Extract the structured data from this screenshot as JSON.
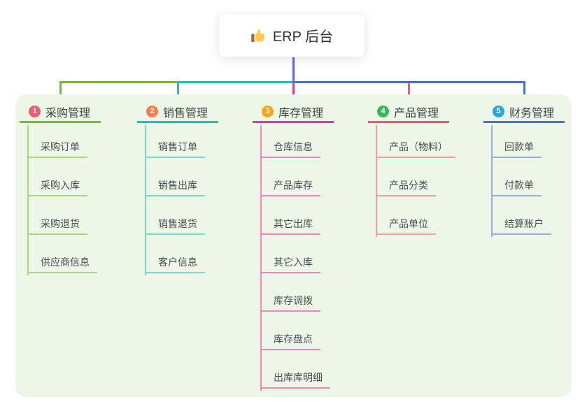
{
  "root": {
    "title": "ERP 后台",
    "icon": "thumbs-up-icon"
  },
  "branches": [
    {
      "badge": "1",
      "label": "采购管理",
      "badge_color": "#F25B76",
      "line_color": "#7AB53F",
      "light_color": "#A9D684",
      "items": [
        "采购订单",
        "采购入库",
        "采购退货",
        "供应商信息"
      ]
    },
    {
      "badge": "2",
      "label": "销售管理",
      "badge_color": "#FA7C4E",
      "line_color": "#27BEB2",
      "light_color": "#7FD5CA",
      "items": [
        "销售订单",
        "销售出库",
        "销售退货",
        "客户信息"
      ]
    },
    {
      "badge": "3",
      "label": "库存管理",
      "badge_color": "#FBA51D",
      "line_color": "#DC3D99",
      "light_color": "#F087BF",
      "items": [
        "仓库信息",
        "产品库存",
        "其它出库",
        "其它入库",
        "库存调拨",
        "库存盘点",
        "出库库明细"
      ]
    },
    {
      "badge": "4",
      "label": "产品管理",
      "badge_color": "#35B75B",
      "line_color": "#F4566B",
      "light_color": "#F89E99",
      "items": [
        "产品（物料）",
        "产品分类",
        "产品单位"
      ]
    },
    {
      "badge": "5",
      "label": "财务管理",
      "badge_color": "#27A5E5",
      "line_color": "#4D71C8",
      "light_color": "#97ADDC",
      "items": [
        "回款单",
        "付款单",
        "结算账户"
      ]
    }
  ],
  "colors": {
    "root_line": "#5B68D9",
    "canvas_bg": "#EDF7E7",
    "thumb": "#FDCB4D",
    "thumb_cuff": "#9B6A49"
  }
}
